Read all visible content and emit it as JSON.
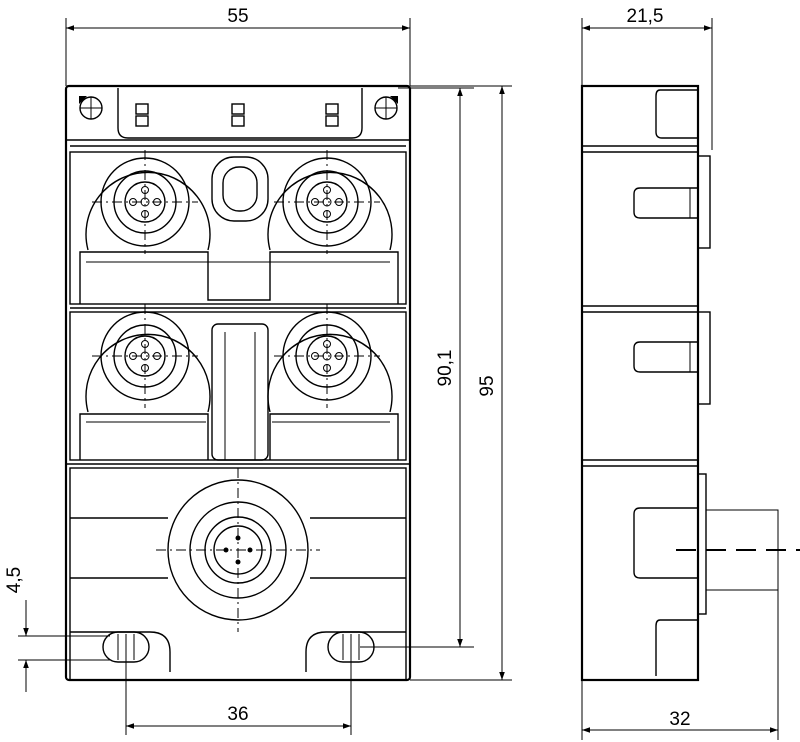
{
  "dimensions": {
    "front_width": "55",
    "side_depth": "21,5",
    "hole_spacing_height": "90,1",
    "total_height": "95",
    "hole_spacing_width": "36",
    "side_total_depth": "32",
    "hole_diameter": "4,5"
  }
}
